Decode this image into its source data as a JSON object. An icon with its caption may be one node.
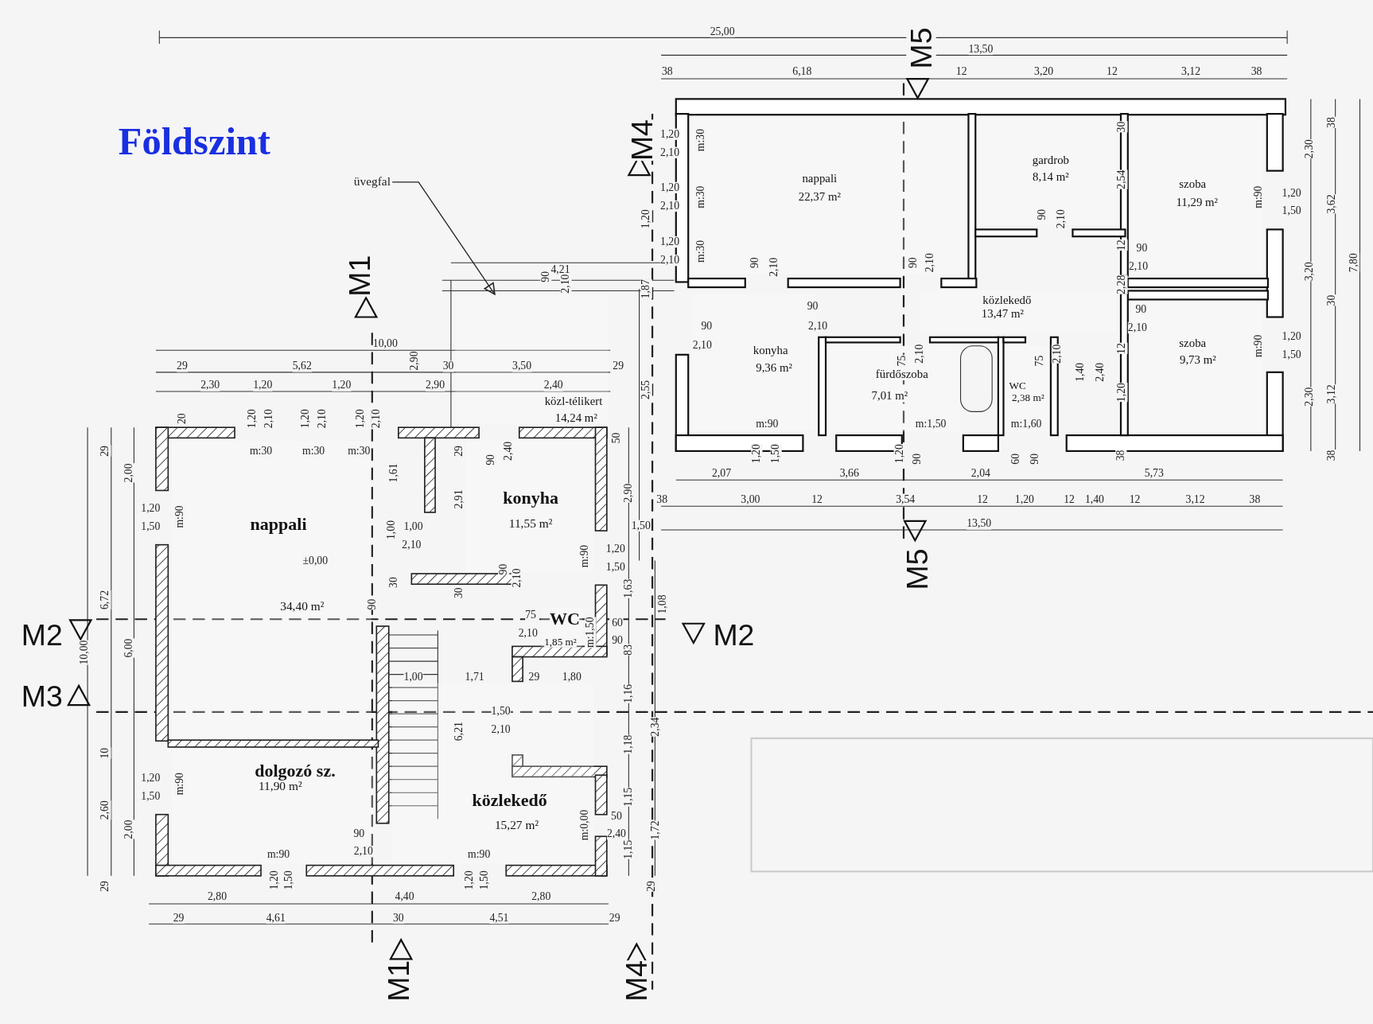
{
  "diagram": {
    "title": "Földszint",
    "nodes": [
      {
        "text": [
          "nappali",
          "22,37 m²"
        ]
      },
      {
        "text": [
          "gardrob",
          "8,14 m²"
        ]
      },
      {
        "text": [
          "szoba",
          "11,29 m²"
        ]
      },
      {
        "text": [
          "közlekedő",
          "13,47 m²"
        ]
      },
      {
        "text": [
          "konyha",
          "9,36 m²"
        ]
      },
      {
        "text": [
          "fürdőszoba",
          "7,01 m²"
        ]
      },
      {
        "text": [
          "WC",
          "2,38 m²"
        ]
      },
      {
        "text": [
          "szoba",
          "9,73 m²"
        ]
      },
      {
        "text": [
          "üvegfal"
        ]
      },
      {
        "text": [
          "közl-télikert",
          "14,24 m²"
        ]
      },
      {
        "text": [
          "nappali",
          "34,40 m²"
        ]
      },
      {
        "text": [
          "konyha",
          "11,55 m²"
        ]
      },
      {
        "text": [
          "WC",
          "1,85 m²"
        ]
      },
      {
        "text": [
          "dolgozó sz.",
          "11,90 m²"
        ]
      },
      {
        "text": [
          "közlekedő",
          "15,27 m²"
        ]
      }
    ],
    "edges": [
      {
        "from": 8,
        "to": 9,
        "arrow": "to"
      }
    ],
    "labels": [
      "25,00",
      "13,50",
      "38",
      "6,18",
      "12",
      "3,20",
      "12",
      "3,12",
      "38",
      "M5",
      "M4",
      "1,20",
      "2,10",
      "m:30",
      "1,20",
      "2,10",
      "m:30",
      "1,20",
      "2,10",
      "m:30",
      "1,20",
      "1,87",
      "2,55",
      "M1",
      "90",
      "2,10",
      "90",
      "2,10",
      "90",
      "2,10",
      "30",
      "2,54",
      "12",
      "90",
      "2,10",
      "2,28",
      "m:90",
      "1,20",
      "1,50",
      "38",
      "2,30",
      "3,62",
      "7,80",
      "3,20",
      "30",
      "90",
      "90",
      "2,10",
      "2,10",
      "90",
      "2,10",
      "75",
      "2,10",
      "75",
      "2,10",
      "1,40",
      "2,40",
      "12",
      "1,20",
      "m:90",
      "1,20",
      "1,50",
      "2,30",
      "3,12",
      "38",
      "m:90",
      "m:1,50",
      "m:1,60",
      "1,20",
      "1,50",
      "1,20",
      "90",
      "60",
      "90",
      "38",
      "2,07",
      "3,66",
      "2,04",
      "5,73",
      "38",
      "3,00",
      "12",
      "3,54",
      "12",
      "1,20",
      "12",
      "1,40",
      "12",
      "3,12",
      "38",
      "13,50",
      "M5",
      "90",
      "4,21",
      "2,10",
      "10,00",
      "29",
      "5,62",
      "2,90",
      "30",
      "3,50",
      "29",
      "2,30",
      "1,20",
      "1,20",
      "2,90",
      "2,40",
      "20",
      "1,20",
      "2,10",
      "1,20",
      "2,10",
      "1,20",
      "2,10",
      "50",
      "m:30",
      "m:30",
      "m:30",
      "29",
      "90",
      "2,40",
      "29",
      "2,00",
      "1,61",
      "2,91",
      "2,90",
      "1,20",
      "1,50",
      "m:90",
      "1,50",
      "1,00",
      "1,00",
      "2,10",
      "1,20",
      "1,50",
      "m:90",
      "±0,00",
      "90",
      "2,10",
      "30",
      "30",
      "90",
      "1,63",
      "6,72",
      "M2",
      "75",
      "2,10",
      "m:1,50",
      "60",
      "90",
      "1,08",
      "M2",
      "10,00",
      "6,00",
      "83",
      "1,00",
      "1,71",
      "29",
      "1,80",
      "M3",
      "1,16",
      "1,50",
      "2,10",
      "6,21",
      "2,34",
      "1,18",
      "10",
      "1,20",
      "1,50",
      "m:90",
      "1,15",
      "2,60",
      "50",
      "m:0,00",
      "2,00",
      "1,72",
      "90",
      "2,40",
      "2,10",
      "1,15",
      "m:90",
      "m:90",
      "1,20",
      "1,50",
      "1,20",
      "1,50",
      "29",
      "29",
      "2,80",
      "4,40",
      "2,80",
      "29",
      "4,61",
      "30",
      "4,51",
      "29",
      "M1",
      "M4"
    ]
  }
}
